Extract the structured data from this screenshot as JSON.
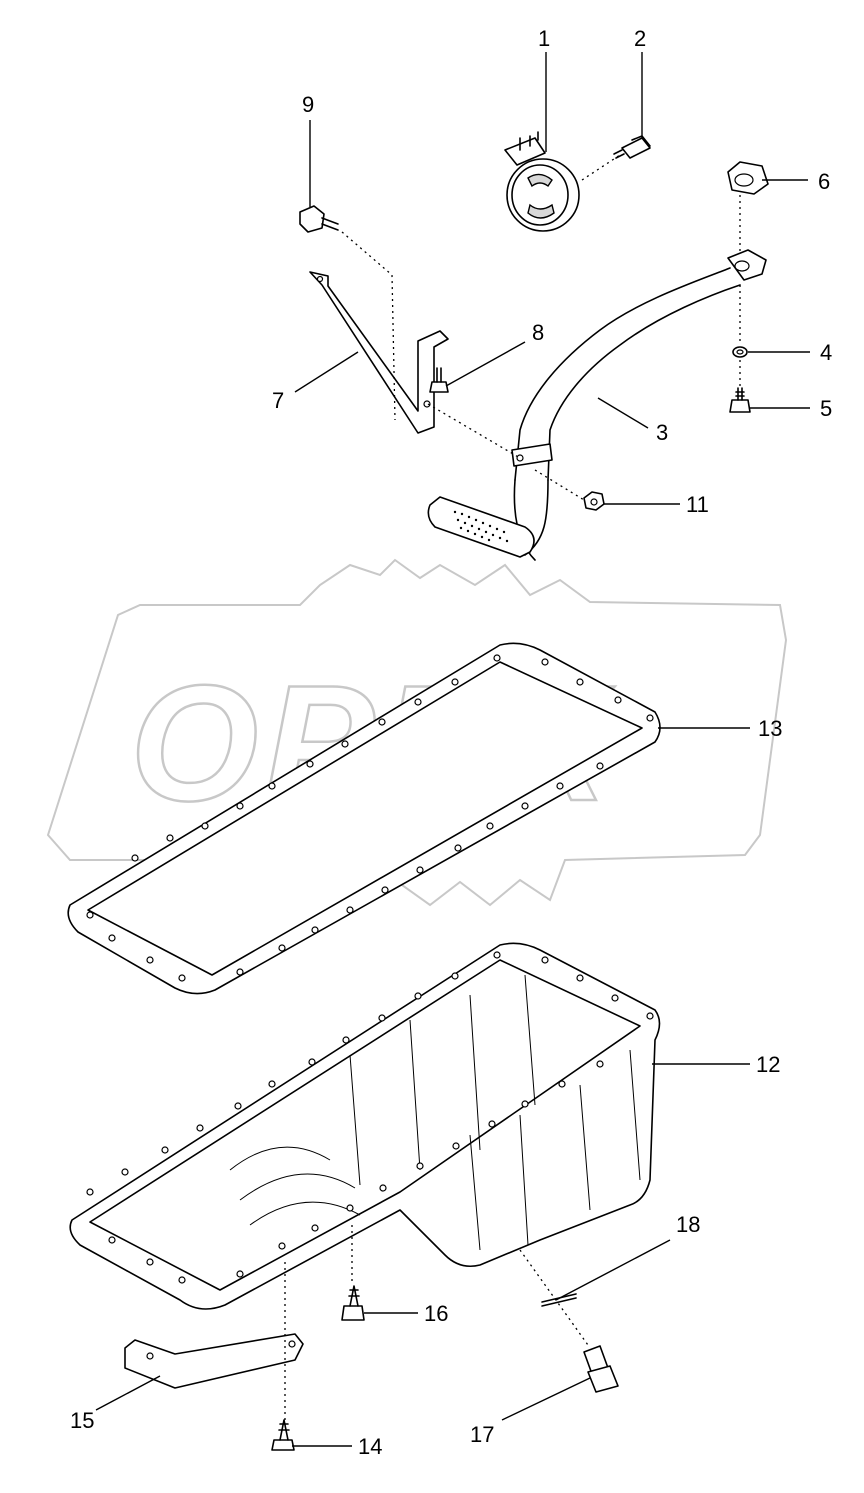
{
  "watermark": {
    "text": "OPEX",
    "color": "#c8c8c8"
  },
  "callouts": [
    {
      "id": "1",
      "label": "1"
    },
    {
      "id": "2",
      "label": "2"
    },
    {
      "id": "3",
      "label": "3"
    },
    {
      "id": "4",
      "label": "4"
    },
    {
      "id": "5",
      "label": "5"
    },
    {
      "id": "6",
      "label": "6"
    },
    {
      "id": "7",
      "label": "7"
    },
    {
      "id": "8",
      "label": "8"
    },
    {
      "id": "9",
      "label": "9"
    },
    {
      "id": "11",
      "label": "11"
    },
    {
      "id": "12",
      "label": "12"
    },
    {
      "id": "13",
      "label": "13"
    },
    {
      "id": "14",
      "label": "14"
    },
    {
      "id": "15",
      "label": "15"
    },
    {
      "id": "16",
      "label": "16"
    },
    {
      "id": "17",
      "label": "17"
    },
    {
      "id": "18",
      "label": "18"
    }
  ]
}
